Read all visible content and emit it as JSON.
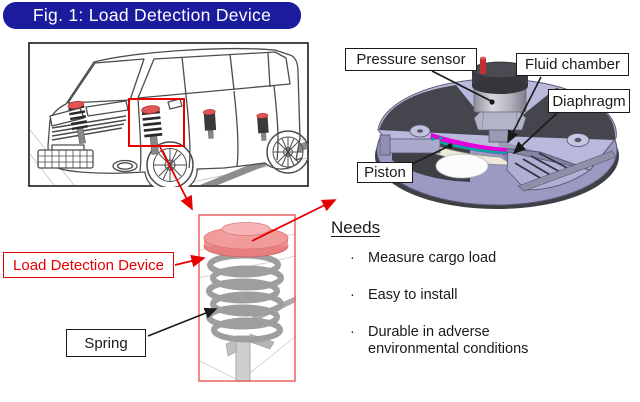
{
  "title": "Fig. 1: Load Detection Device",
  "device": {
    "labels": {
      "pressure_sensor": "Pressure sensor",
      "fluid_chamber": "Fluid chamber",
      "diaphragm": "Diaphragm",
      "piston": "Piston"
    }
  },
  "callouts": {
    "load_detection_device": "Load Detection Device",
    "spring": "Spring"
  },
  "needs": {
    "heading": "Needs",
    "bullet": "·",
    "items": [
      "Measure cargo load",
      "Easy to install",
      "Durable in adverse environmental conditions"
    ]
  },
  "colors": {
    "title_bg": "#1b1b9d",
    "title_text": "#ffffff",
    "accent_red": "#e60000",
    "detail_box_red": "#ef6a6a",
    "cap_pink": "#f29b9b",
    "fluid_magenta": "#e800dc",
    "diaphragm_cyan": "#00a89e",
    "disc_lavender": "#b9b9dc",
    "disc_dark": "#45454d"
  }
}
